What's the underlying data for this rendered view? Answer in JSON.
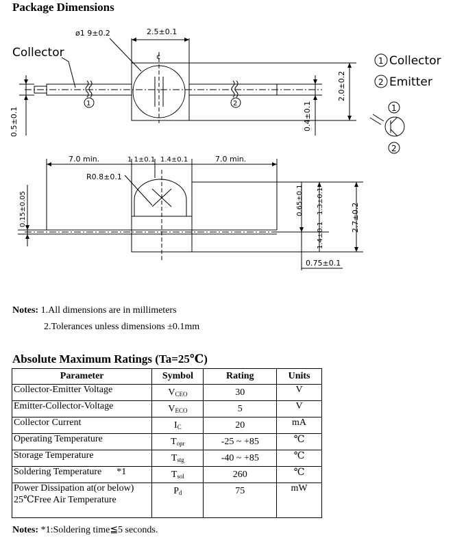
{
  "sections": {
    "package_title": "Package Dimensions",
    "ratings_title": "Absolute Maximum Ratings (Ta=25℃)"
  },
  "drawing": {
    "dim_diameter": "ø1 9±0.2",
    "dim_width_top": "2.5±0.1",
    "label_collector": "Collector",
    "pin1_mark": "1",
    "pin2_mark": "2",
    "center_mark": "¢",
    "dim_lead_thick": "0.5±0.1",
    "dim_lead_thick2": "0.4±0.1",
    "dim_height_top": "2.0±0.2",
    "legend_1_num": "1",
    "legend_1_text": "Collector",
    "legend_2_num": "2",
    "legend_2_text": "Emitter",
    "dim_lead_left": "7.0  min.",
    "dim_mid1": "1 1±0.1",
    "dim_mid2": "1.4±0.1",
    "dim_lead_right": "7.0  min.",
    "dim_radius": "R0.8±0.1",
    "dim_015": "0.15±0.05",
    "dim_065": "0.65±0.1",
    "dim_13": "1.3±0.1",
    "dim_14": "1.4±0.1",
    "dim_27": "2.7±0.2",
    "dim_075": "0.75±0.1"
  },
  "notes": {
    "label": "Notes:",
    "line1": " 1.All dimensions are in millimeters",
    "line2": "2.Tolerances unless dimensions ±0.1mm",
    "footnote": " *1:Soldering time≦5 seconds."
  },
  "table": {
    "headers": [
      "Parameter",
      "Symbol",
      "Rating",
      "Units"
    ],
    "rows": [
      {
        "param": "Collector-Emitter Voltage",
        "sym": "V",
        "sub": "CEO",
        "rating": "30",
        "unit": "V"
      },
      {
        "param": "Emitter-Collector-Voltage",
        "sym": "V",
        "sub": "ECO",
        "rating": "5",
        "unit": "V"
      },
      {
        "param": "Collector Current",
        "sym": "I",
        "sub": "C",
        "rating": "20",
        "unit": "mA"
      },
      {
        "param": "Operating Temperature",
        "sym": "T",
        "sub": "opr",
        "rating": "-25 ~ +85",
        "unit": "℃"
      },
      {
        "param": "Storage Temperature",
        "sym": "T",
        "sub": "stg",
        "rating": "-40 ~ +85",
        "unit": "℃"
      },
      {
        "param": "Soldering Temperature",
        "ref": "*1",
        "sym": "T",
        "sub": "sol",
        "rating": "260",
        "unit": "℃"
      },
      {
        "param": "Power Dissipation at(or below)",
        "param2": "25℃Free Air Temperature",
        "sym": "P",
        "sub": "d",
        "rating": "75",
        "unit": "mW"
      }
    ]
  }
}
